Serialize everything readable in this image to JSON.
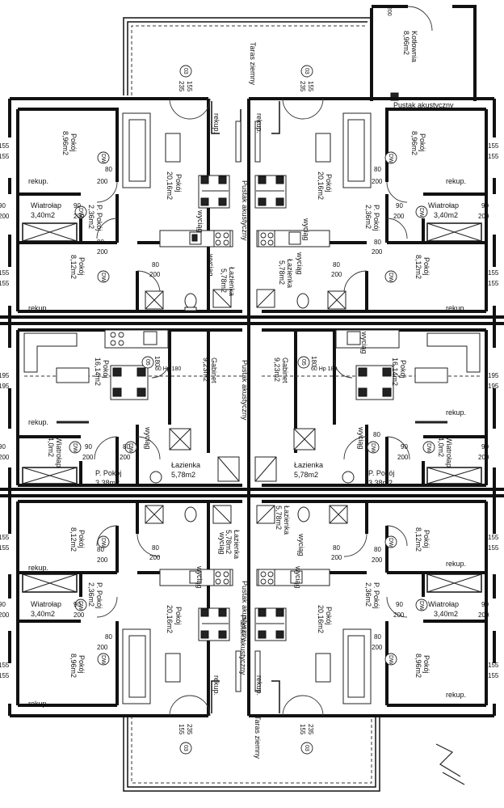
{
  "plan": {
    "terrace_top": "Taras ziemny",
    "terrace_bottom": "Taras ziemny",
    "boiler_room": {
      "name": "Kotłownia",
      "area": "8,96m2"
    },
    "acoustic_block": "Pustak akustyczny",
    "recuperator": "rekup.",
    "extractor": "wyciąg",
    "door_tag": "DW",
    "door_top_num": "03",
    "dim_155": "155",
    "dim_235": "235",
    "dim_195": "195",
    "dim_90": "90",
    "dim_200": "200",
    "dim_80": "80",
    "dim_180": "180",
    "door_mark_05": "05",
    "stair_180": "180",
    "mp_180": "60 Hp 180",
    "rooms": {
      "pokoj_20": {
        "name": "Pokój",
        "area": "20,16m2"
      },
      "pokoj_896": {
        "name": "Pokój",
        "area": "8,96m2"
      },
      "pokoj_812": {
        "name": "Pokój",
        "area": "8,12m2"
      },
      "ppokoj_236": {
        "name": "P. Pokój",
        "area": "2,36m2"
      },
      "wiatrolap_34": {
        "name": "Wiatrołap",
        "area": "3,40m2"
      },
      "lazienka": {
        "name": "Łazienka",
        "area": "5,78m2"
      },
      "pokoj_1614": {
        "name": "Pokój",
        "area": "16,14m2"
      },
      "gabinet": {
        "name": "Gabinet",
        "area": "9,23m2"
      },
      "wiatrolap_40": {
        "name": "Wiatrołap",
        "area": "4,0m2"
      },
      "ppokoj_338": {
        "name": "P. Pokój",
        "area": "3,38m2"
      }
    }
  }
}
